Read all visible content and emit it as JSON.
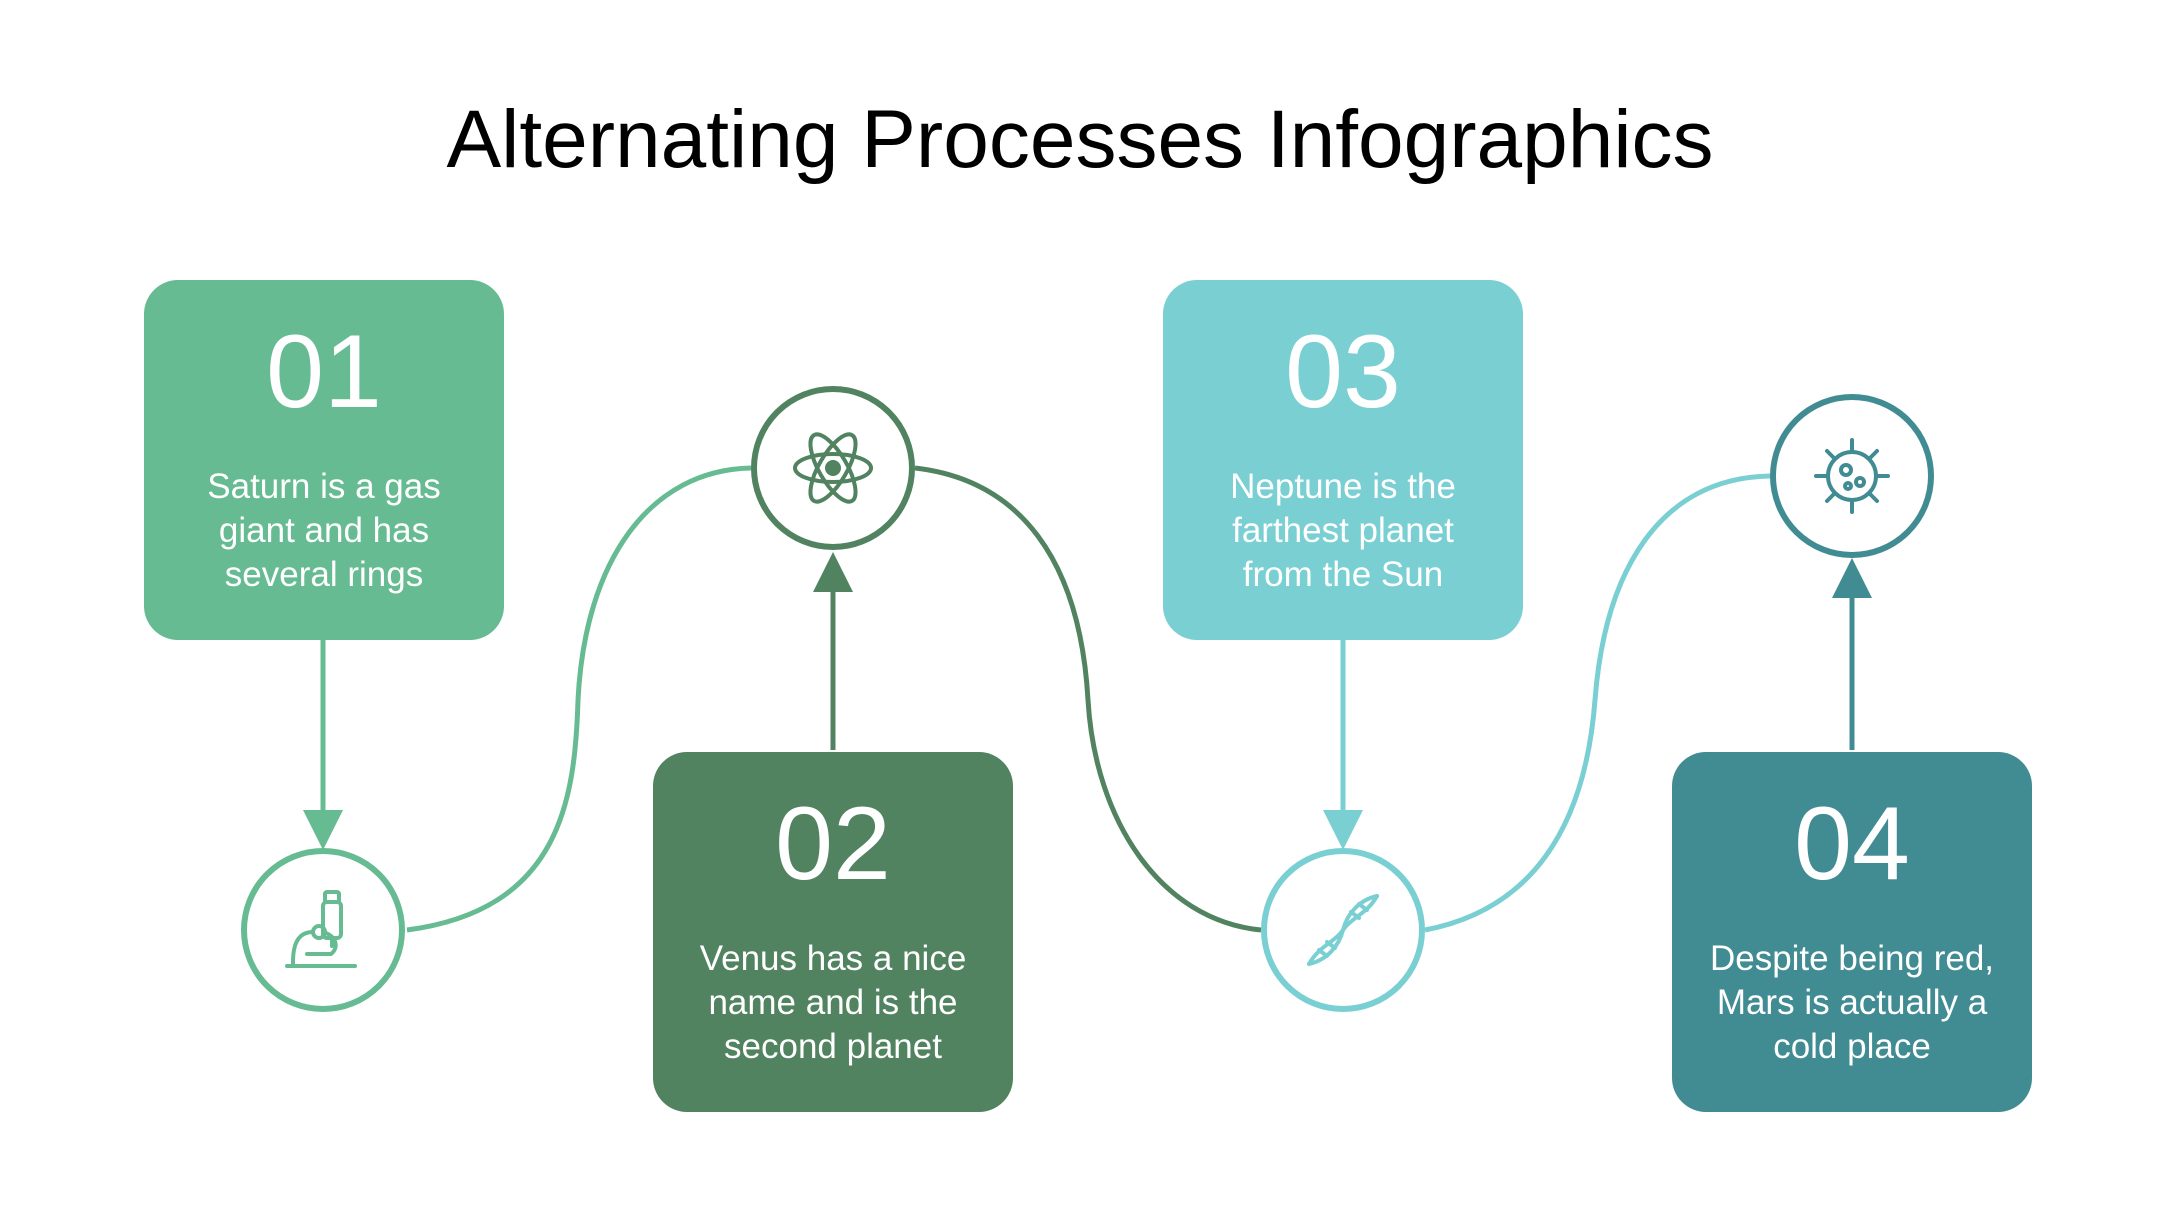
{
  "title": "Alternating Processes Infographics",
  "steps": [
    {
      "number": "01",
      "text": "Saturn is a gas giant and has several rings",
      "color": "#66BB92",
      "icon": "microscope-icon"
    },
    {
      "number": "02",
      "text": "Venus has a nice name and is the second planet",
      "color": "#518360",
      "icon": "atom-icon"
    },
    {
      "number": "03",
      "text": "Neptune is the farthest planet from the Sun",
      "color": "#7ACFD3",
      "icon": "dna-icon"
    },
    {
      "number": "04",
      "text": "Despite being red, Mars is actually a cold place",
      "color": "#418C93",
      "icon": "virus-icon"
    }
  ]
}
